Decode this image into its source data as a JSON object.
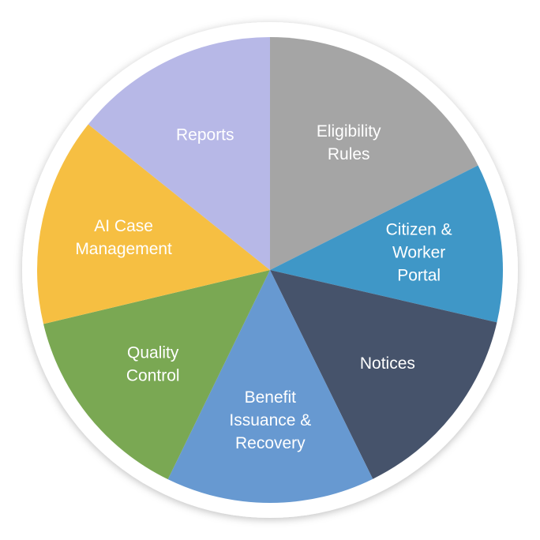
{
  "chart_data": {
    "type": "pie",
    "title": "",
    "start": "top",
    "direction": "clockwise",
    "unit": "degrees",
    "slices": [
      {
        "name": "Eligibility Rules",
        "lines": [
          "Eligibility",
          "Rules"
        ],
        "value": 63.3,
        "color": "#a5a5a5"
      },
      {
        "name": "Citizen & Worker Portal",
        "lines": [
          "Citizen &",
          "Worker",
          "Portal"
        ],
        "value": 39.7,
        "color": "#3f97c7"
      },
      {
        "name": "Notices",
        "lines": [
          "Notices"
        ],
        "value": 50.8,
        "color": "#46536b"
      },
      {
        "name": "Benefit Issuance & Recovery",
        "lines": [
          "Benefit",
          "Issuance &",
          "Recovery"
        ],
        "value": 52.2,
        "color": "#6799d1"
      },
      {
        "name": "Quality Control",
        "lines": [
          "Quality",
          "Control"
        ],
        "value": 50.6,
        "color": "#7aa853"
      },
      {
        "name": "AI Case Management",
        "lines": [
          "AI Case",
          "Management"
        ],
        "value": 52.1,
        "color": "#f6bf42"
      },
      {
        "name": "Reports",
        "lines": [
          "Reports"
        ],
        "value": 51.3,
        "color": "#b7b8e7"
      }
    ]
  }
}
